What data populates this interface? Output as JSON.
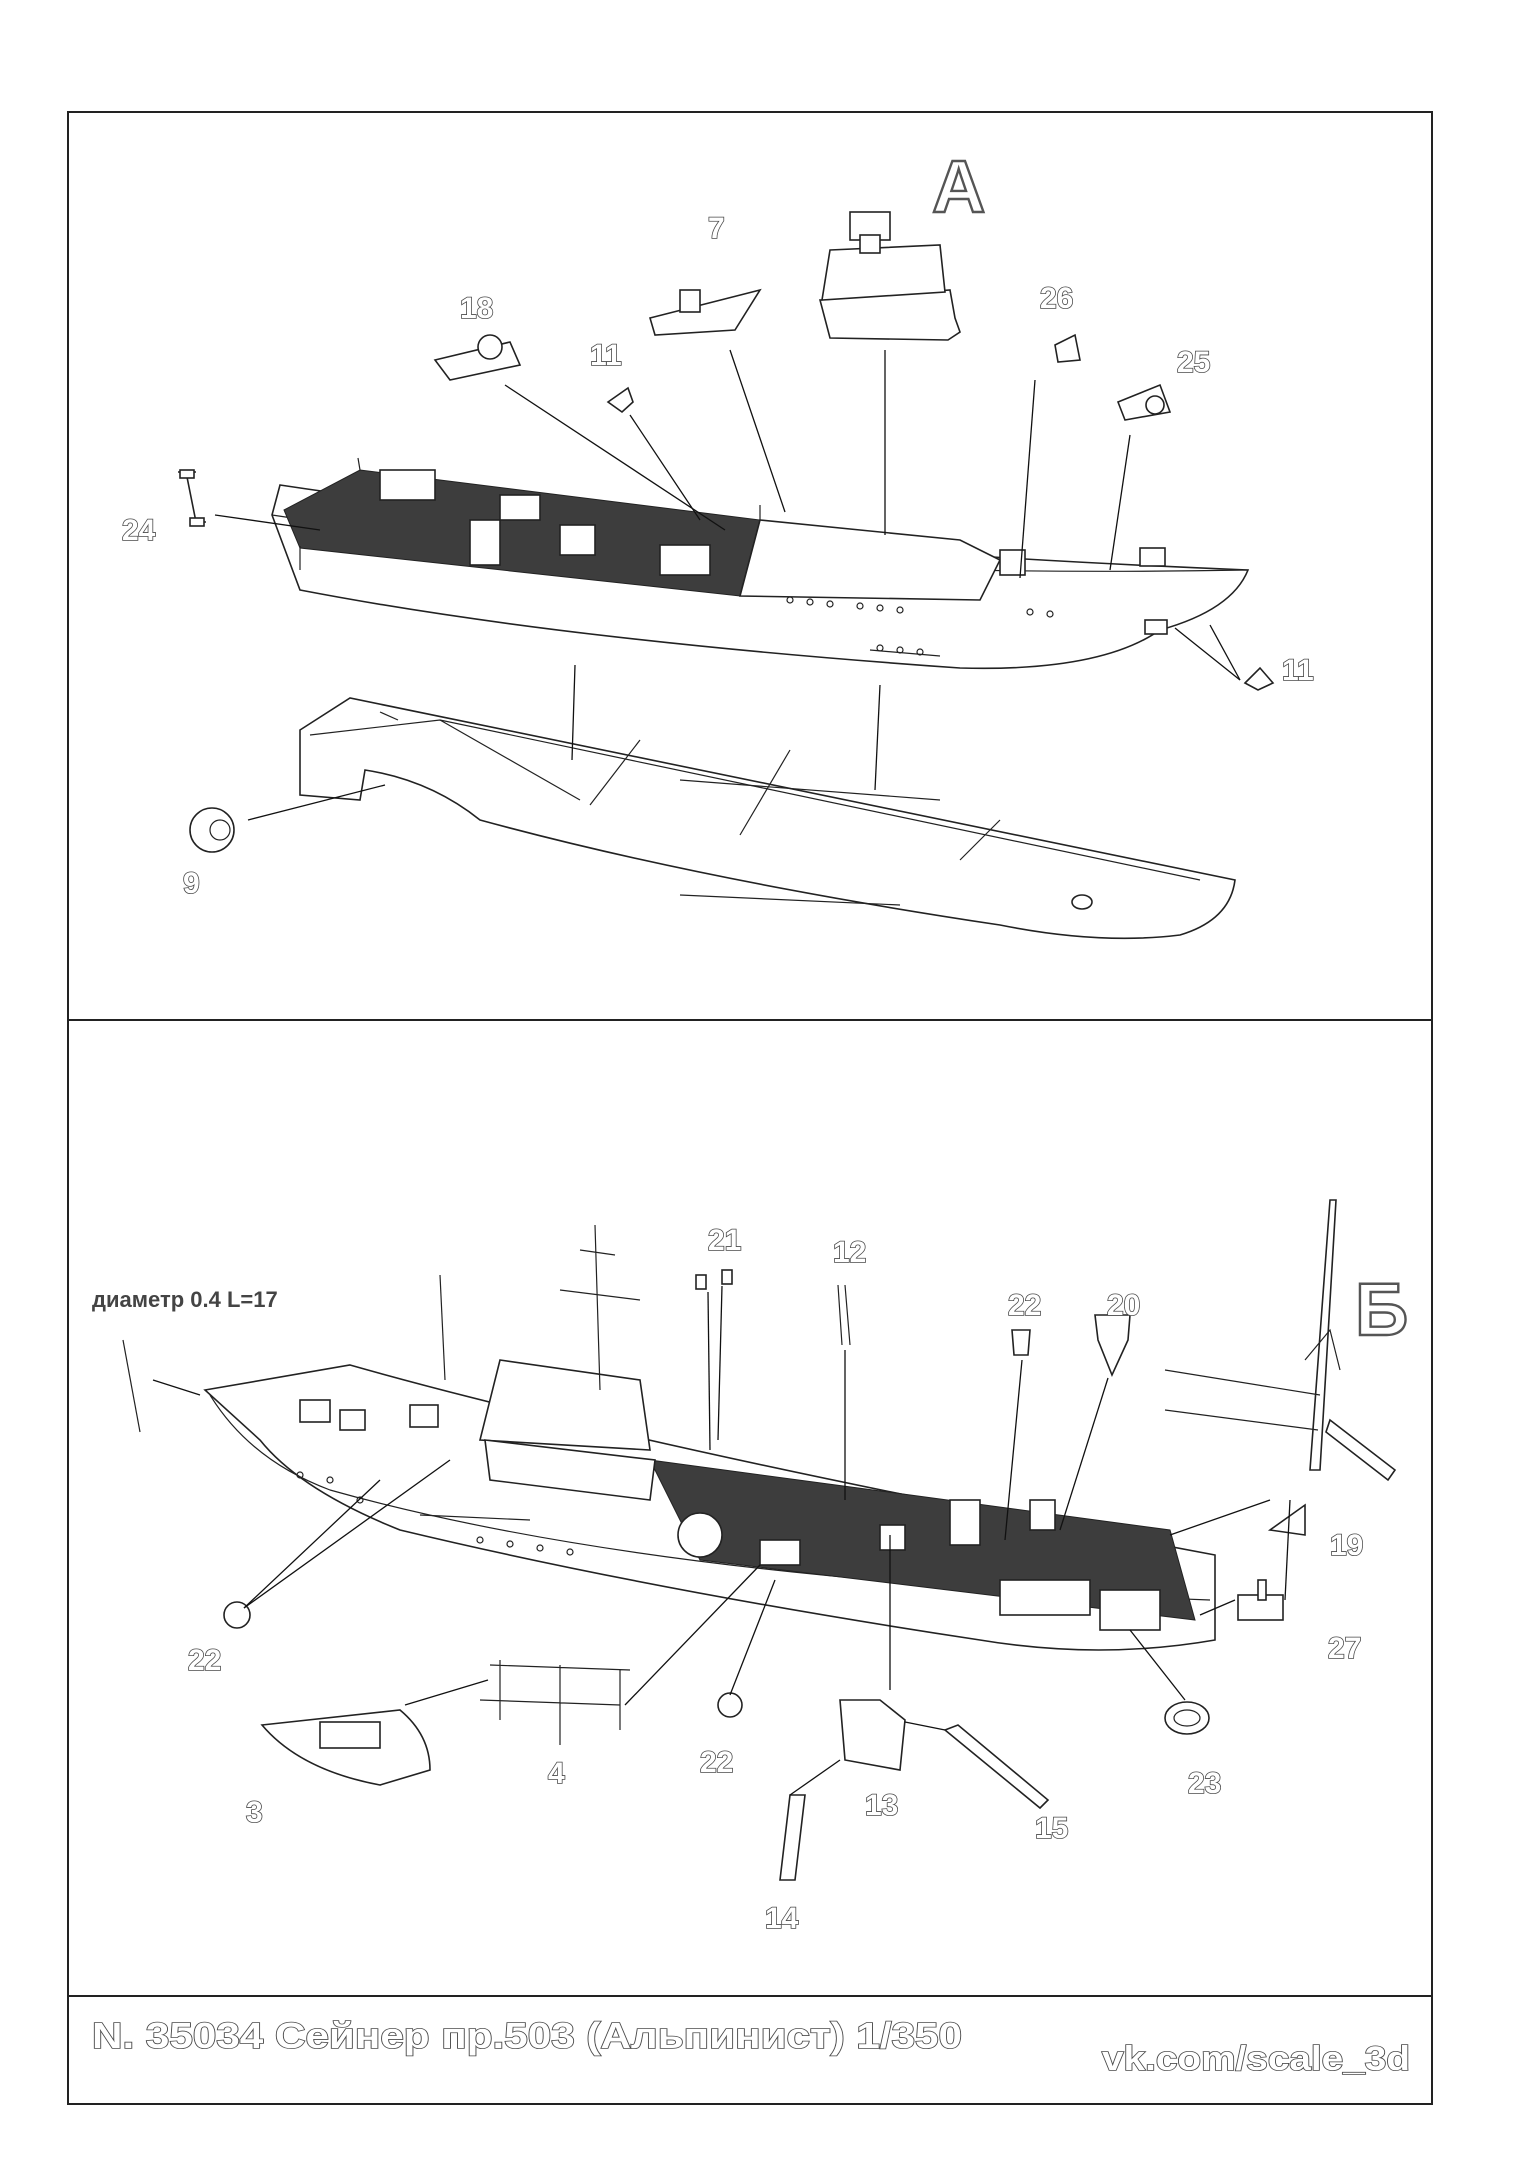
{
  "panel_a": {
    "letter": "А",
    "callouts": {
      "c7": "7",
      "c18": "18",
      "c11_top": "11",
      "c26": "26",
      "c25": "25",
      "c24": "24",
      "c11_right": "11",
      "c9": "9"
    }
  },
  "panel_b": {
    "letter": "Б",
    "dimension_note": "диаметр 0.4 L=17",
    "callouts": {
      "c21": "21",
      "c12": "12",
      "c22_top": "22",
      "c20": "20",
      "c19": "19",
      "c27": "27",
      "c22_left": "22",
      "c4": "4",
      "c3": "3",
      "c22_mid": "22",
      "c13": "13",
      "c15": "15",
      "c23": "23",
      "c14": "14"
    }
  },
  "footer": {
    "title": "N. 35034 Сейнер пр.503 (Альпинист) 1/350",
    "site": "vk.com/scale_3d"
  }
}
